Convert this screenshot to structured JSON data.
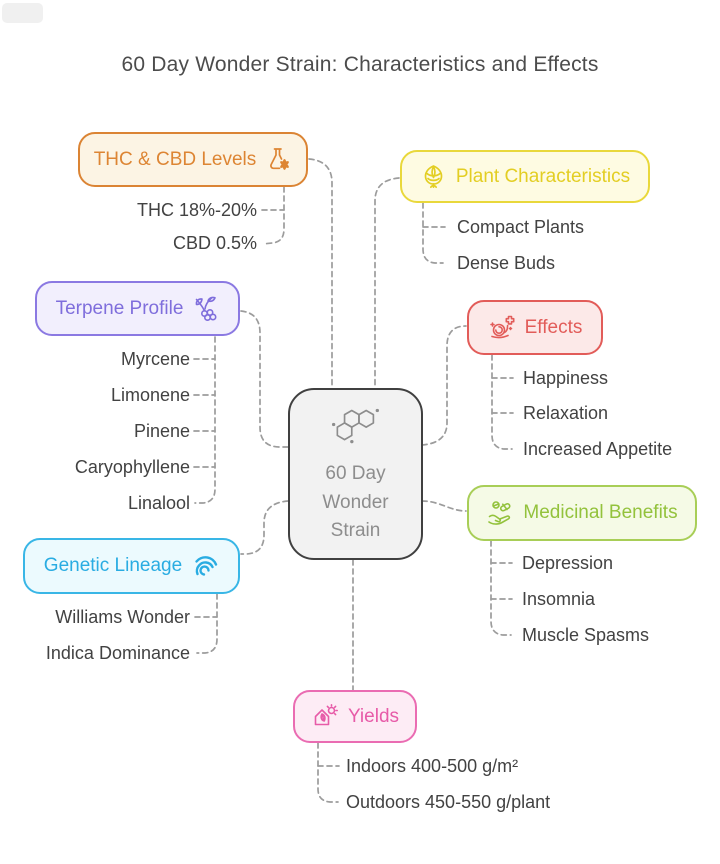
{
  "title": "60 Day Wonder Strain: Characteristics and Effects",
  "colors": {
    "connector": "#9C9C9C",
    "item_text": "#424242",
    "title_text": "#4C4C4C"
  },
  "center": {
    "icon": "molecule-icon",
    "line1": "60 Day",
    "line2": "Wonder",
    "line3": "Strain",
    "colors": {
      "border": "#404040",
      "bg": "#F2F2F2",
      "text": "#8D8D8D"
    }
  },
  "branches": {
    "thc": {
      "label": "THC & CBD Levels",
      "icon": "flask-cannabis-icon",
      "colors": {
        "border": "#DB8434",
        "bg": "#FCF4E4",
        "text": "#DD8533"
      },
      "items": [
        "THC 18%-20%",
        "CBD 0.5%"
      ]
    },
    "plant": {
      "label": "Plant Characteristics",
      "icon": "artichoke-icon",
      "colors": {
        "border": "#E9D83B",
        "bg": "#FEFBE2",
        "text": "#E3CE23"
      },
      "items": [
        "Compact Plants",
        "Dense Buds"
      ]
    },
    "terpene": {
      "label": "Terpene Profile",
      "icon": "terpene-berries-icon",
      "colors": {
        "border": "#8B79E2",
        "bg": "#F2EFFD",
        "text": "#7F6EDC"
      },
      "items": [
        "Myrcene",
        "Limonene",
        "Pinene",
        "Caryophyllene",
        "Linalool"
      ]
    },
    "effects": {
      "label": "Effects",
      "icon": "snail-sparkles-icon",
      "colors": {
        "border": "#E25C59",
        "bg": "#FCE9E8",
        "text": "#E25C59"
      },
      "items": [
        "Happiness",
        "Relaxation",
        "Increased Appetite"
      ]
    },
    "medicinal": {
      "label": "Medicinal Benefits",
      "icon": "hand-pills-icon",
      "colors": {
        "border": "#A8CE57",
        "bg": "#F5FAE6",
        "text": "#93C23C"
      },
      "items": [
        "Depression",
        "Insomnia",
        "Muscle Spasms"
      ]
    },
    "genetic": {
      "label": "Genetic Lineage",
      "icon": "wave-icon",
      "colors": {
        "border": "#39B6E6",
        "bg": "#ECFAFE",
        "text": "#29ACE2"
      },
      "items": [
        "Williams Wonder",
        "Indica Dominance"
      ]
    },
    "yields": {
      "label": "Yields",
      "icon": "greenhouse-sun-icon",
      "colors": {
        "border": "#EA6CB2",
        "bg": "#FDECF5",
        "text": "#E75BA8"
      },
      "items": [
        "Indoors 400-500 g/m²",
        "Outdoors 450-550 g/plant"
      ]
    }
  }
}
